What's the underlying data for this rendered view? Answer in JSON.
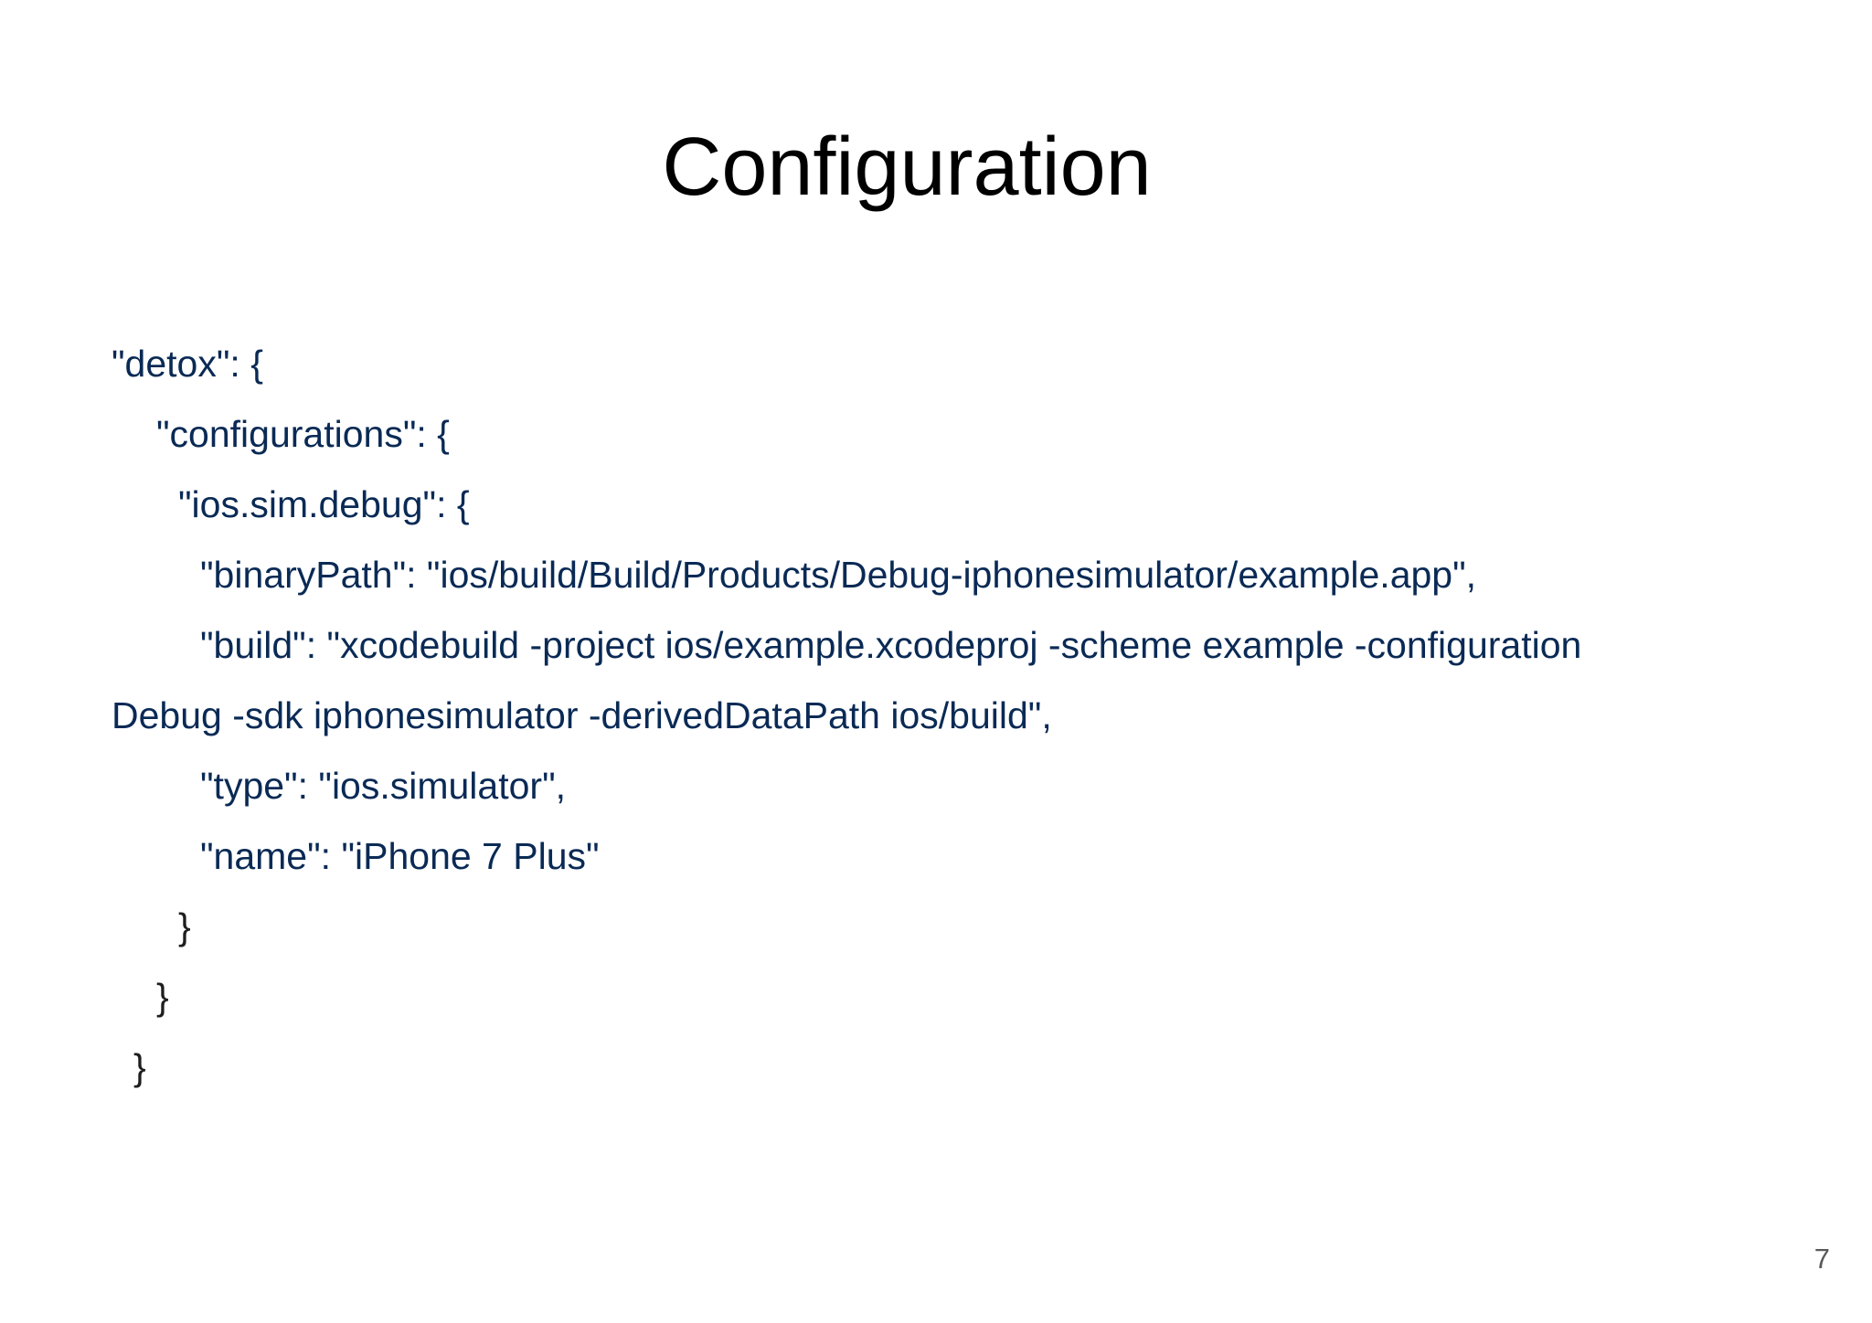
{
  "slide": {
    "title": "Configuration",
    "page_number": "7",
    "code_lines": [
      "\"detox\": {",
      "\"configurations\": {",
      "\"ios.sim.debug\": {",
      "\"binaryPath\": \"ios/build/Build/Products/Debug-iphonesimulator/example.app\",",
      "\"build\": \"xcodebuild -project ios/example.xcodeproj -scheme example -configuration",
      "Debug -sdk iphonesimulator -derivedDataPath ios/build\",",
      "\"type\": \"ios.simulator\",",
      "\"name\": \"iPhone 7 Plus\"",
      "}",
      "}",
      "}"
    ]
  }
}
